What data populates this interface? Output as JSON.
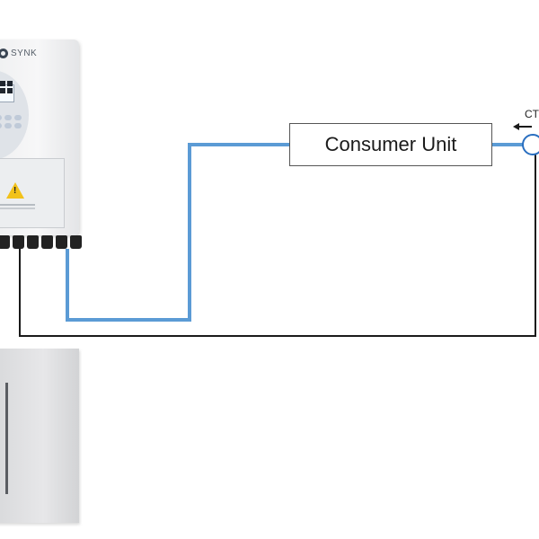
{
  "inverter": {
    "brand": "SYNK"
  },
  "consumer_unit": {
    "label": "Consumer Unit"
  },
  "ct": {
    "label": "CT"
  },
  "colors": {
    "ac_wire": "#5b9bd5",
    "ct_wire": "#1a1a1a",
    "box_border": "#555555"
  }
}
